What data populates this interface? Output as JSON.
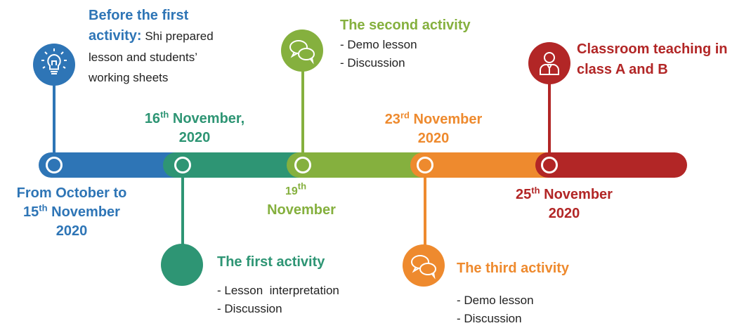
{
  "colors": {
    "blue": "#2E75B6",
    "teal": "#2E9574",
    "green": "#85B03E",
    "orange": "#EE8A2E",
    "red": "#B22626"
  },
  "milestones": [
    {
      "date_line1": "From October to",
      "date_num": "15",
      "date_suffix": "th",
      "date_rest": " November",
      "date_line3": "2020",
      "title": "Before the first activity:",
      "title_line1": "Before the first",
      "title_line2": "activity:",
      "desc_line2": " Shi prepared",
      "desc_line3": "lesson and students’",
      "desc_line4": "working sheets",
      "icon": "lightbulb-icon"
    },
    {
      "date_num": "16",
      "date_suffix": "th",
      "date_rest": " November,",
      "date_line2": "2020",
      "title": "The first activity",
      "items": [
        "- Lesson  interpretation",
        "- Discussion"
      ],
      "icon": "none"
    },
    {
      "date_num": "19",
      "date_suffix": "th",
      "date_line2": "November",
      "title": "The second activity",
      "items": [
        "- Demo lesson",
        "- Discussion"
      ],
      "icon": "speech-bubbles-icon"
    },
    {
      "date_num": "23",
      "date_suffix": "rd",
      "date_rest": " November",
      "date_line2": "2020",
      "title": "The third activity",
      "items": [
        "- Demo lesson",
        "- Discussion"
      ],
      "icon": "speech-bubbles-icon"
    },
    {
      "date_num": "25",
      "date_suffix": "th",
      "date_rest": " November",
      "date_line2": "2020",
      "title_line1": "Classroom teaching in",
      "title_line2": "class A and B",
      "icon": "teacher-person-icon"
    }
  ]
}
